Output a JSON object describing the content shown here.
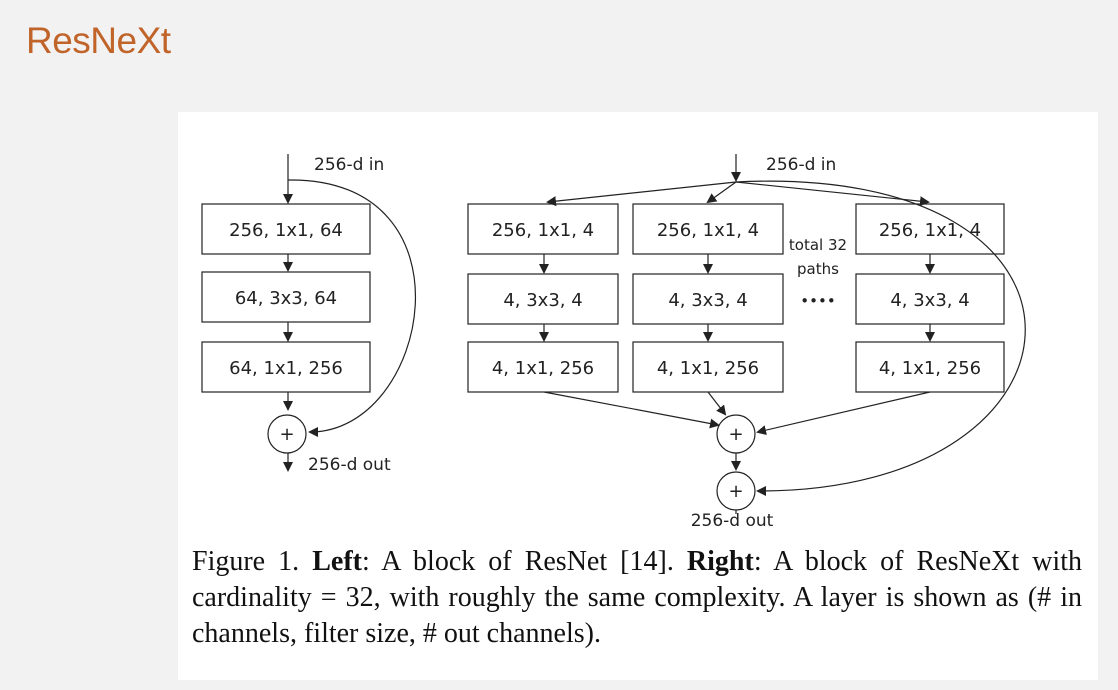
{
  "page": {
    "title": "ResNeXt"
  },
  "diagram": {
    "left_block": {
      "in_label": "256-d in",
      "out_label": "256-d out",
      "layers": [
        "256, 1x1, 64",
        "64, 3x3, 64",
        "64, 1x1, 256"
      ],
      "sum_symbol": "+"
    },
    "right_block": {
      "in_label": "256-d in",
      "out_label": "256-d out",
      "paths_label_line1": "total 32",
      "paths_label_line2": "paths",
      "ellipsis": "••••",
      "path_layers": [
        "256, 1x1, 4",
        "4, 3x3, 4",
        "4, 1x1, 256"
      ],
      "sum_symbol": "+"
    }
  },
  "caption": {
    "fig_prefix": "Figure 1.",
    "left_bold": "Left",
    "left_text": ": A block of ResNet [14].",
    "right_bold": "Right",
    "right_text": ": A block of ResNeXt with cardinality = 32, with roughly the same complexity. A layer is shown as (# in channels, filter size, # out channels)."
  }
}
